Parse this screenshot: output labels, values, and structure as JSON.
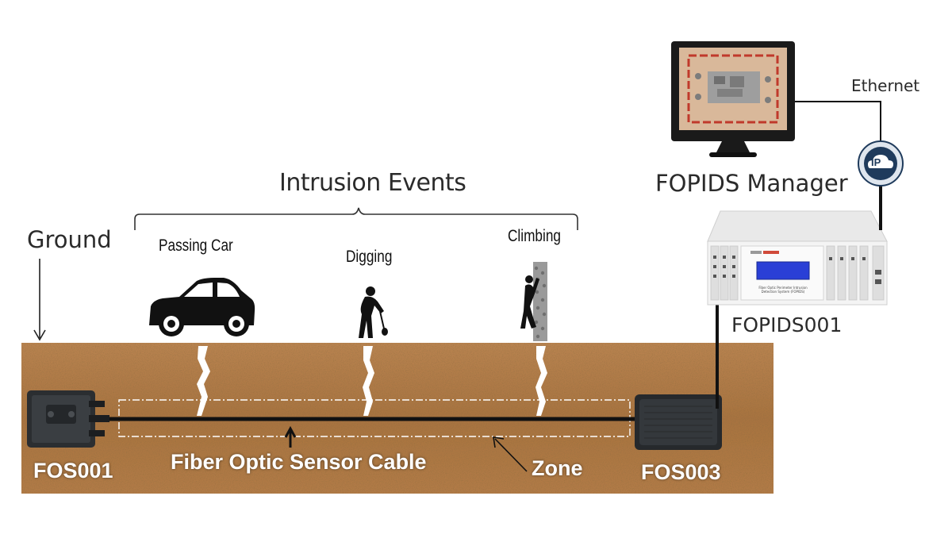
{
  "title": "Intrusion Events",
  "labels": {
    "ground": "Ground",
    "manager": "FOPIDS Manager",
    "ethernet": "Ethernet",
    "ip_badge": "IP",
    "unit_id": "FOPIDS001",
    "unit_panel_title": "Fiber Optic Perimeter Intrusion Detection System (FOPIDS)",
    "sensor_left": "FOS001",
    "sensor_right": "FOS003",
    "cable": "Fiber Optic Sensor Cable",
    "zone": "Zone"
  },
  "events": [
    {
      "label": "Passing Car",
      "icon": "car-icon"
    },
    {
      "label": "Digging",
      "icon": "digger-icon"
    },
    {
      "label": "Climbing",
      "icon": "climber-icon"
    }
  ],
  "colors": {
    "soil": "#b07a45",
    "soil_dark": "#8a5a2e",
    "cable": "#111111",
    "zone_outline": "#ffffff",
    "ip_badge": "#1f3b5c",
    "rack": "#f2f2f2",
    "lcd": "#2a3fd6"
  }
}
